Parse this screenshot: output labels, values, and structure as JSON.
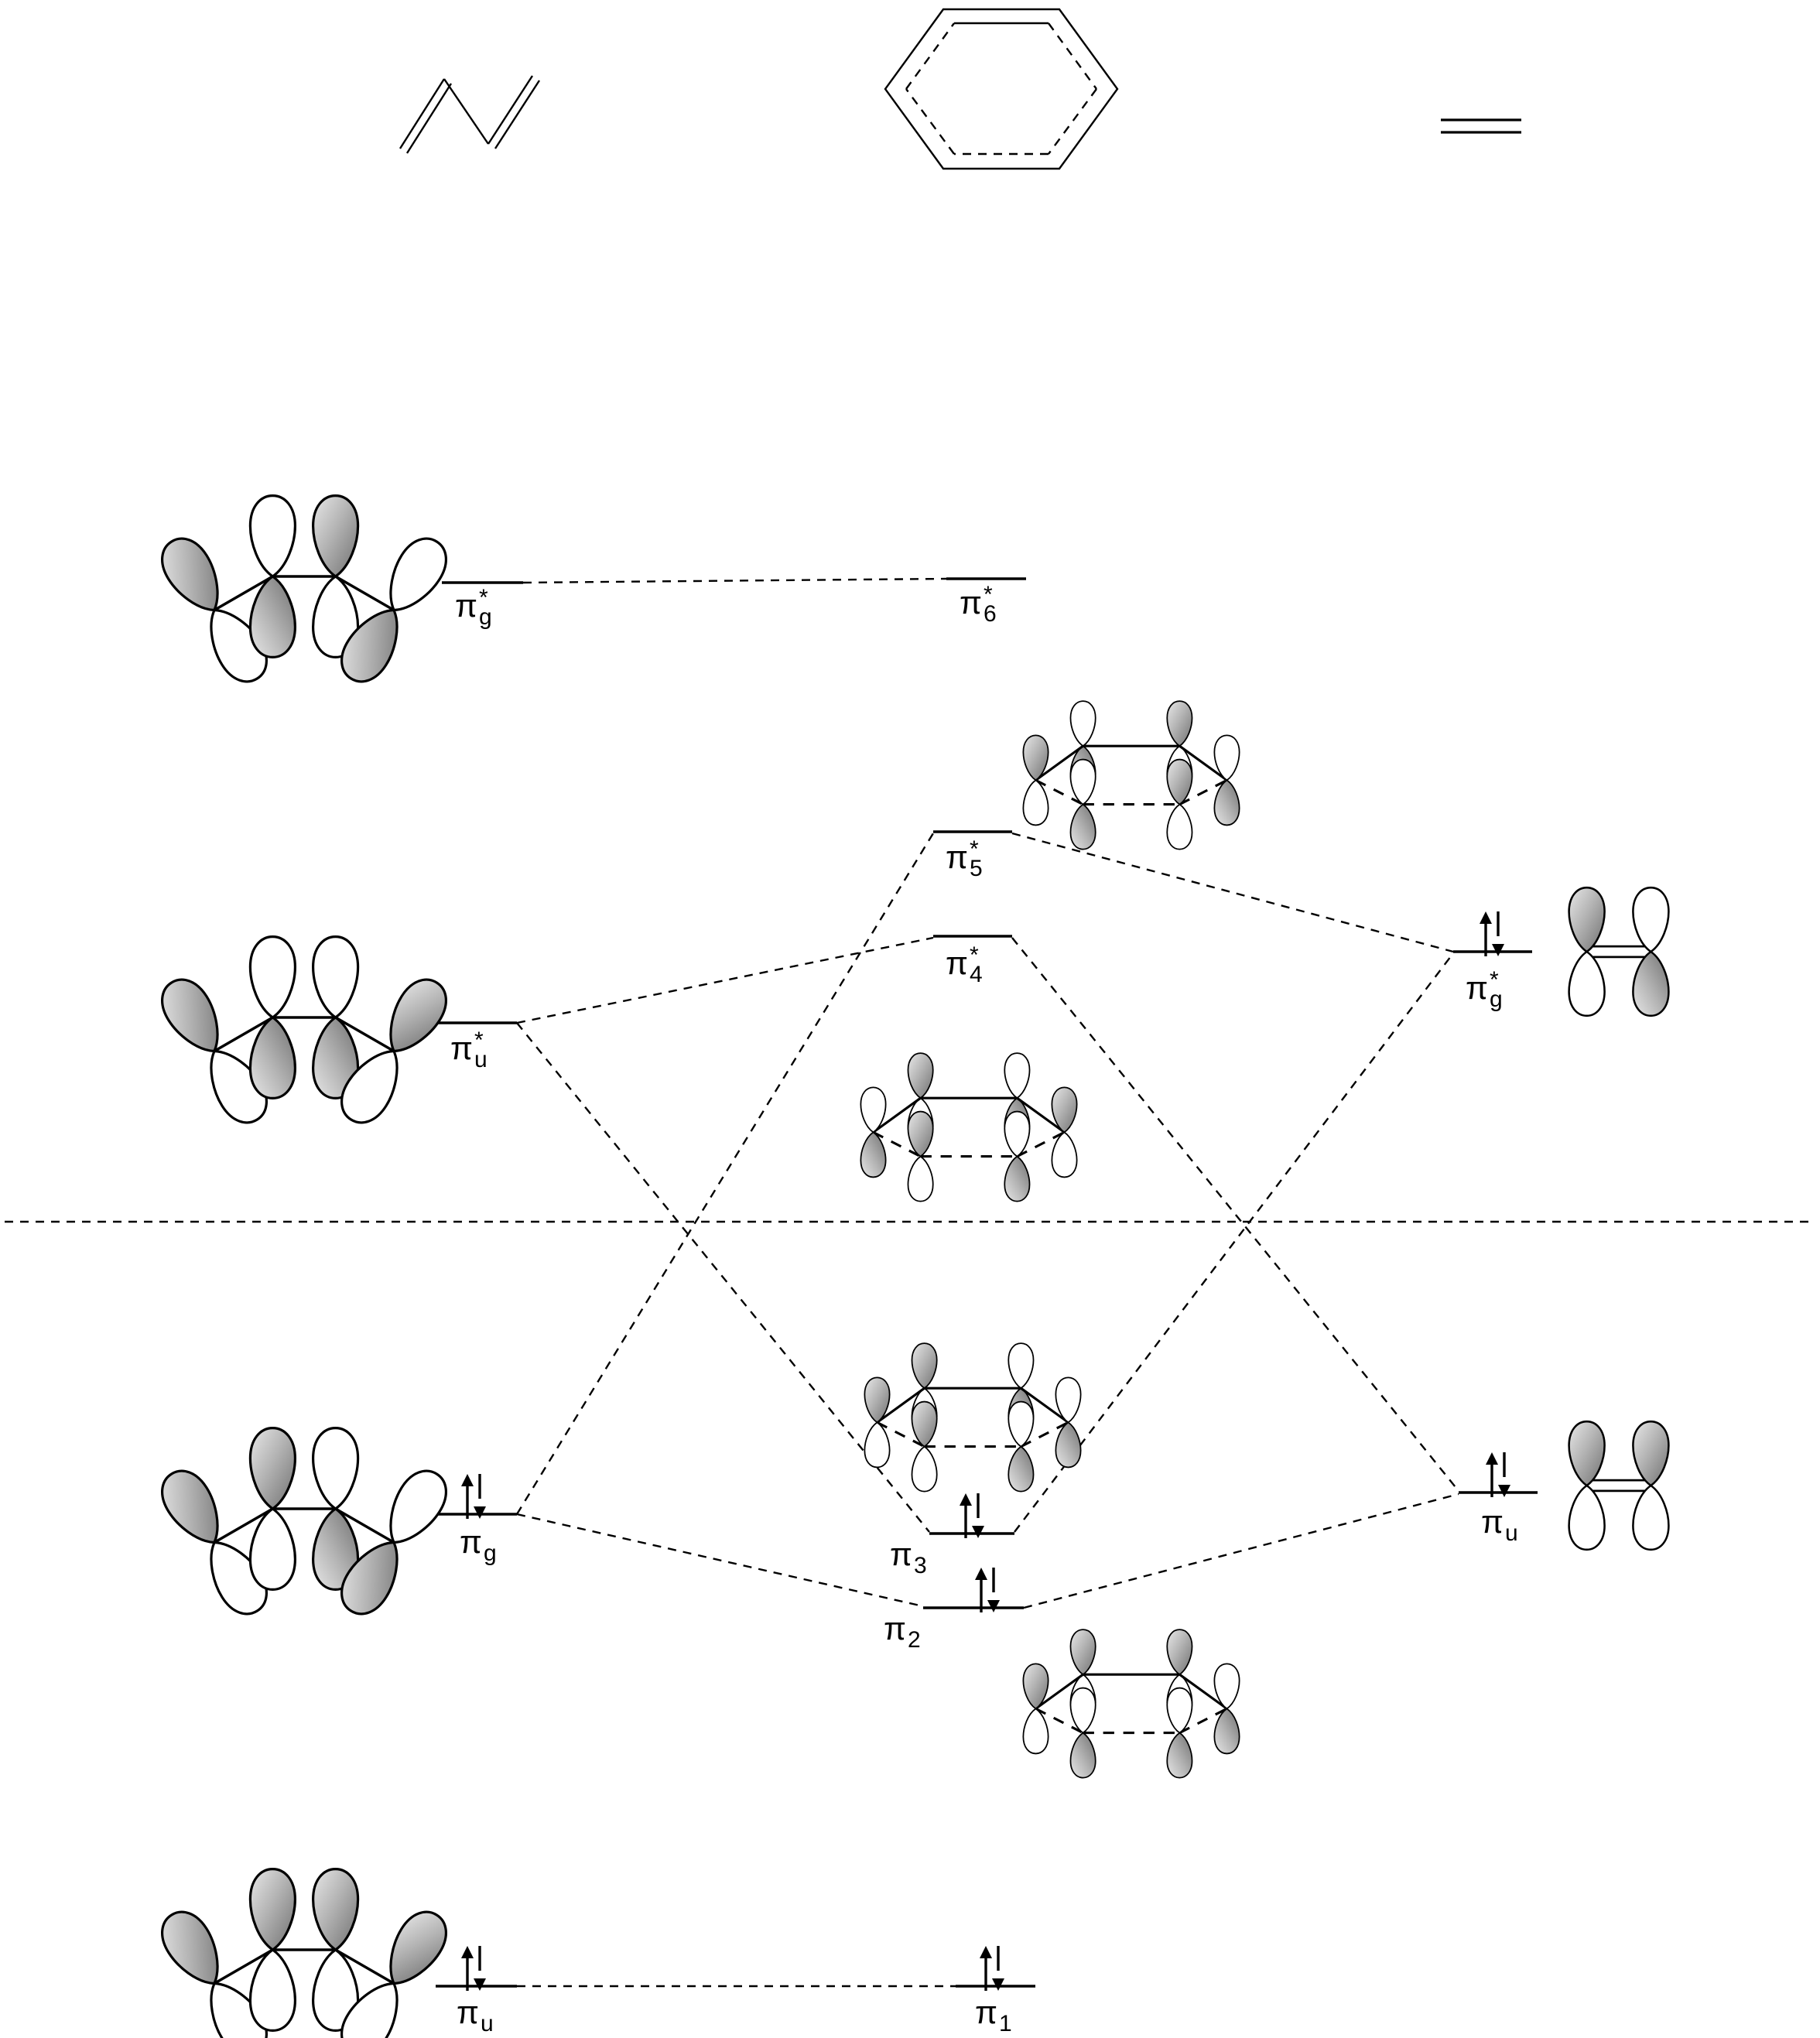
{
  "diagram": {
    "type": "molecular orbital correlation diagram",
    "left_fragment": "butadiene",
    "center_molecule": "benzene",
    "right_fragment": "ethylene"
  },
  "levels": {
    "butadiene": [
      {
        "base": "π",
        "sup": "*",
        "sub": "g",
        "occupied": false
      },
      {
        "base": "π",
        "sup": "*",
        "sub": "u",
        "occupied": false
      },
      {
        "base": "π",
        "sup": "",
        "sub": "g",
        "occupied": true
      },
      {
        "base": "π",
        "sup": "",
        "sub": "u",
        "occupied": true
      }
    ],
    "benzene": [
      {
        "base": "π",
        "sup": "*",
        "sub": "6",
        "occupied": false
      },
      {
        "base": "π",
        "sup": "*",
        "sub": "5",
        "occupied": false
      },
      {
        "base": "π",
        "sup": "*",
        "sub": "4",
        "occupied": false
      },
      {
        "base": "π",
        "sup": "",
        "sub": "3",
        "occupied": true
      },
      {
        "base": "π",
        "sup": "",
        "sub": "2",
        "occupied": true
      },
      {
        "base": "π",
        "sup": "",
        "sub": "1",
        "occupied": true
      }
    ],
    "ethylene": [
      {
        "base": "π",
        "sup": "*",
        "sub": "g",
        "occupied": true
      },
      {
        "base": "π",
        "sup": "",
        "sub": "u",
        "occupied": true
      }
    ]
  },
  "colors": {
    "line": "#000000",
    "background": "#ffffff",
    "lobe_shaded_dark": "#6f6f6f",
    "lobe_shaded_light": "#e8e8e8",
    "lobe_unshaded": "#ffffff"
  }
}
